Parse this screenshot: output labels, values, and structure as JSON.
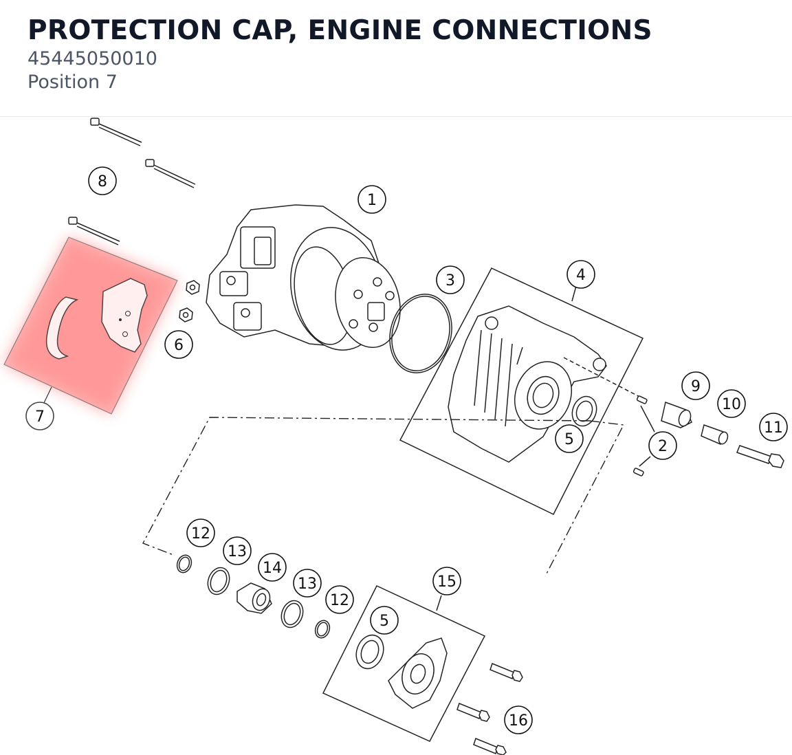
{
  "part": {
    "title": "PROTECTION CAP, ENGINE CONNECTIONS",
    "number": "45445050010",
    "position_label": "Position 7"
  },
  "diagram": {
    "highlight_color": "#ff4d4d",
    "callouts": [
      "1",
      "2",
      "3",
      "4",
      "5",
      "5",
      "6",
      "7",
      "8",
      "9",
      "10",
      "11",
      "12",
      "12",
      "13",
      "13",
      "14",
      "15",
      "16"
    ]
  }
}
